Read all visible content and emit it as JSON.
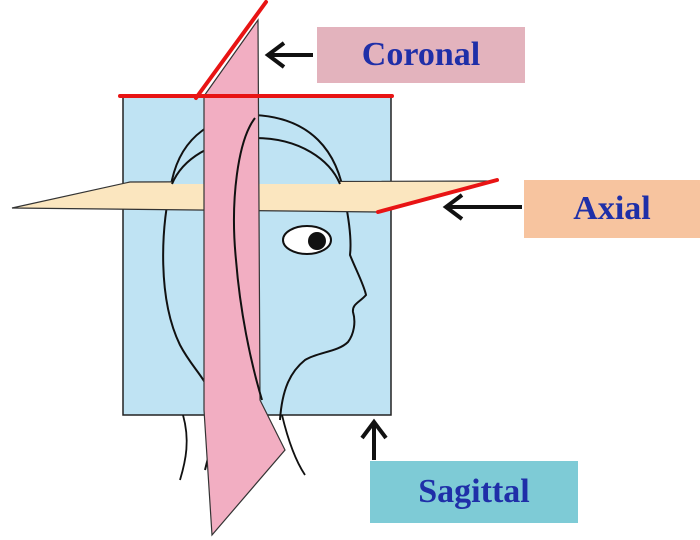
{
  "labels": {
    "coronal": "Coronal",
    "axial": "Axial",
    "sagittal": "Sagittal"
  },
  "colors": {
    "coronal_box": "#e3b3bd",
    "axial_box": "#f7c49f",
    "sagittal_box": "#7ecbd6",
    "label_text": "#1f2fa8",
    "sagittal_plane": "#bfe3f3",
    "coronal_plane": "#f2aec2",
    "axial_plane": "#fbe6bf",
    "plane_edge_marker": "#e81414",
    "outline": "#111111"
  },
  "icons": {
    "coronal_pointer": "arrow-left-icon",
    "axial_pointer": "arrow-left-icon",
    "sagittal_pointer": "arrow-up-icon"
  }
}
